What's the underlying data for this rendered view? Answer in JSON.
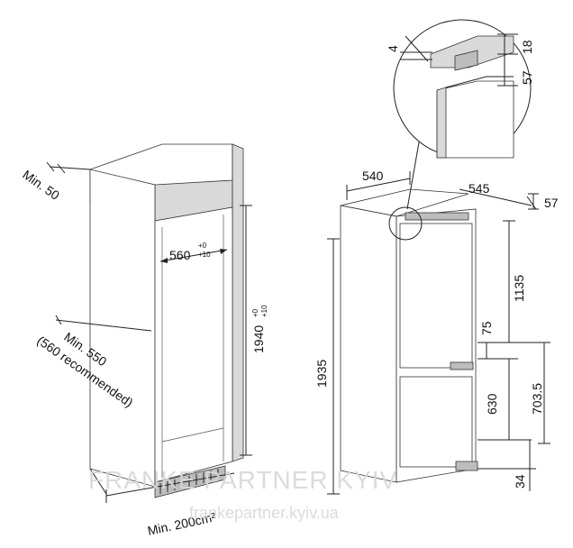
{
  "labels": {
    "min50": "Min. 50",
    "w560": "560",
    "w560_tol_top": "+0",
    "w560_tol_bot": "+10",
    "h1940": "1940",
    "h1940_tol_top": "+0",
    "h1940_tol_bot": "+10",
    "min550_line1": "Min. 550",
    "min550_line2": "(560 recommended)",
    "min200": "Min. 200cm²",
    "d540": "540",
    "d545": "545",
    "d57": "57",
    "h1935": "1935",
    "h1135": "1135",
    "h75": "75",
    "h630": "630",
    "h703_5": "703.5",
    "h34": "34",
    "z4": "4",
    "z18": "18",
    "z57": "57"
  },
  "watermark": {
    "line1": "FRANKE PARTNER KYIV",
    "line2": "frankepartner.kyiv.ua"
  }
}
